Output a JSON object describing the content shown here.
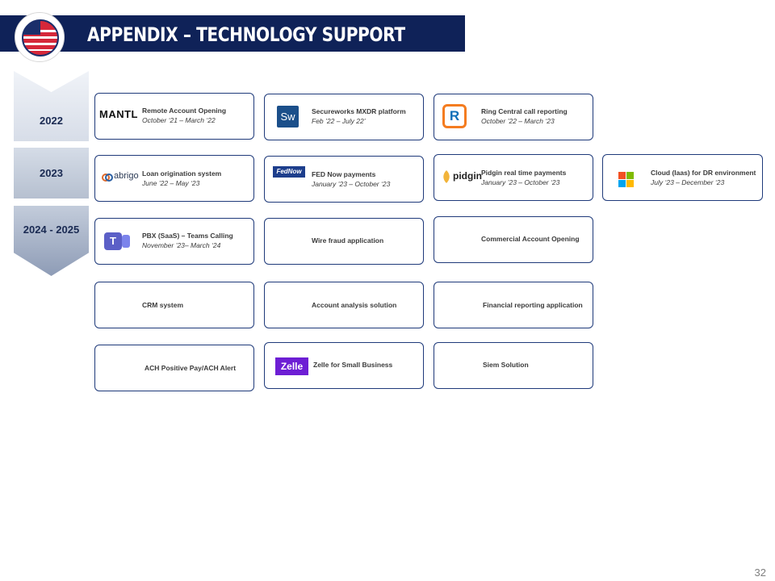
{
  "header": {
    "title": "APPENDIX – TECHNOLOGY SUPPORT"
  },
  "timeline": {
    "year_2022": "2022",
    "year_2023": "2023",
    "year_2024": "2024 - 2025"
  },
  "cards": {
    "mantl": {
      "logo": "MANTL",
      "title": "Remote Account Opening",
      "date": "October ‘21 – March ‘22"
    },
    "secureworks": {
      "logo": "Sw",
      "title": "Secureworks MXDR platform",
      "date": "Feb ’22 – July 22’"
    },
    "ringcentral": {
      "logo": "R",
      "title": "Ring Central call reporting",
      "date": "October ’22 – March ‘23"
    },
    "abrigo": {
      "logo": "abrigo",
      "title": "Loan origination system",
      "date": "June ’22 – May ‘23"
    },
    "fednow": {
      "logo": "FedNow",
      "title": "FED Now payments",
      "date": "January ’23 – October ‘23"
    },
    "pidgin": {
      "logo": "pidgin",
      "title": "Pidgin real time payments",
      "date": "January ’23 – October ‘23"
    },
    "cloud": {
      "logo": "microsoft-logo",
      "title": "Cloud (Iaas) for DR environment",
      "date": "July ‘23 – December ‘23"
    },
    "teams": {
      "logo": "T",
      "title": "PBX (SaaS) – Teams Calling",
      "date": "November ’23– March ‘24"
    },
    "wire": {
      "title": "Wire fraud application"
    },
    "commercial": {
      "title": "Commercial Account Opening"
    },
    "crm": {
      "title": "CRM system"
    },
    "account_analysis": {
      "title": "Account analysis solution"
    },
    "financial": {
      "title": "Financial reporting application"
    },
    "ach": {
      "title": "ACH Positive Pay/ACH Alert"
    },
    "zelle": {
      "logo": "Zelle",
      "title": "Zelle for Small Business"
    },
    "siem": {
      "title": "Siem Solution"
    }
  },
  "footer": {
    "page_number": "32"
  },
  "colors": {
    "header_bg": "#0f2258",
    "card_border": "#1f3a7a",
    "year_text": "#1a2a52",
    "secureworks": "#1b4f8a",
    "ringcentral": "#f47c20",
    "fednow": "#1d3e8c",
    "zelle": "#6d1ed4",
    "teams": "#5b5fc7"
  }
}
